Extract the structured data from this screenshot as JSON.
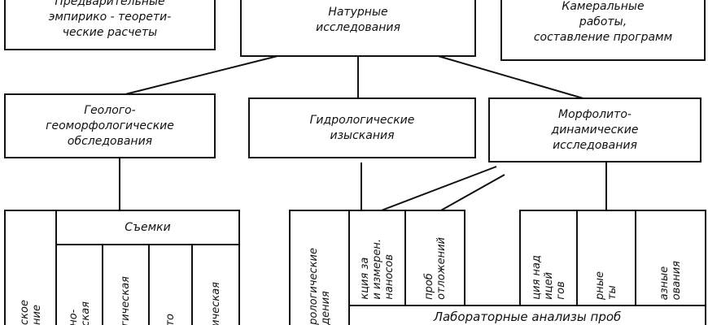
{
  "top_row": [
    {
      "label": "Предварительные\nэмпирико - теорети-\nческие расчеты"
    },
    {
      "label": "Натурные\nисследования"
    },
    {
      "label": "Камеральные\nработы,\nсоставление программ"
    }
  ],
  "middle_row": [
    {
      "label": "Геолого-\nгеоморфологические\nобследования"
    },
    {
      "label": "Гидрологические\nизыскания"
    },
    {
      "label": "Морфолито-\nдинамические\nисследования"
    }
  ],
  "left_group": {
    "first_cell": "ское\nние",
    "header": "Съемки",
    "columns": [
      "но-\nская",
      "гическая",
      "то",
      "ическая"
    ]
  },
  "right_group": {
    "first_cell": "рологические\nдения",
    "columns": [
      "кция    за\nи измерен.\nнаносов",
      "проб\nотложений",
      "ция   над\nицей\nгов",
      "рные\nты",
      "азные\nования"
    ],
    "lab_label": "Лабораторные анализы проб"
  }
}
